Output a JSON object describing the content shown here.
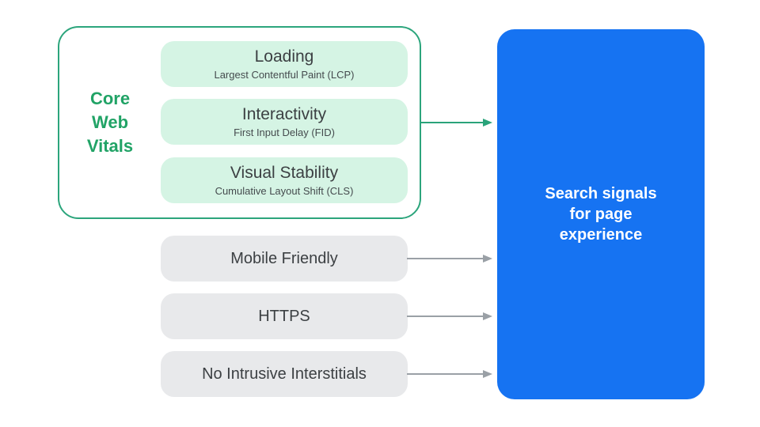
{
  "diagram": {
    "core_web_vitals": {
      "label": "Core\nWeb\nVitals",
      "items": [
        {
          "title": "Loading",
          "subtitle": "Largest Contentful Paint (LCP)"
        },
        {
          "title": "Interactivity",
          "subtitle": "First Input Delay (FID)"
        },
        {
          "title": "Visual Stability",
          "subtitle": "Cumulative Layout Shift (CLS)"
        }
      ]
    },
    "other_signals": [
      {
        "label": "Mobile Friendly"
      },
      {
        "label": "HTTPS"
      },
      {
        "label": "No Intrusive Interstitials"
      }
    ],
    "output": {
      "label": "Search signals\nfor page\nexperience"
    },
    "colors": {
      "accent_green": "#21A366",
      "outline_green": "#2CA57C",
      "light_green_fill": "#D5F4E4",
      "gray_fill": "#E8E9EB",
      "arrow_gray": "#9AA0A6",
      "dark_text": "#3C4043",
      "blue_fill": "#1673F2",
      "white_text": "#FFFFFF"
    }
  }
}
